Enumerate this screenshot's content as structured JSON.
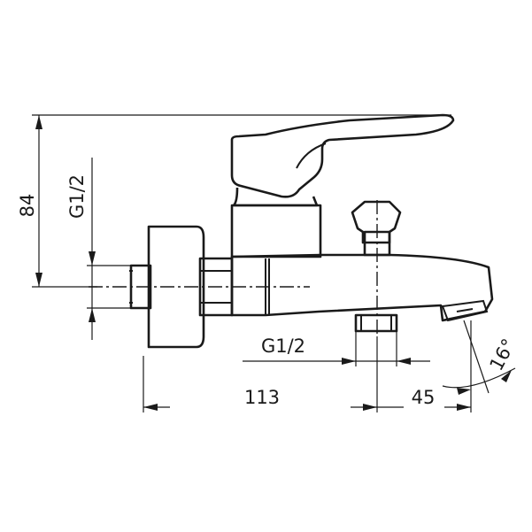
{
  "dimensions": {
    "height_label": "84",
    "inlet_thread_label": "G1/2",
    "outlet_thread_label": "G1/2",
    "length_label": "113",
    "spout_label": "45",
    "angle_label": "16°"
  }
}
